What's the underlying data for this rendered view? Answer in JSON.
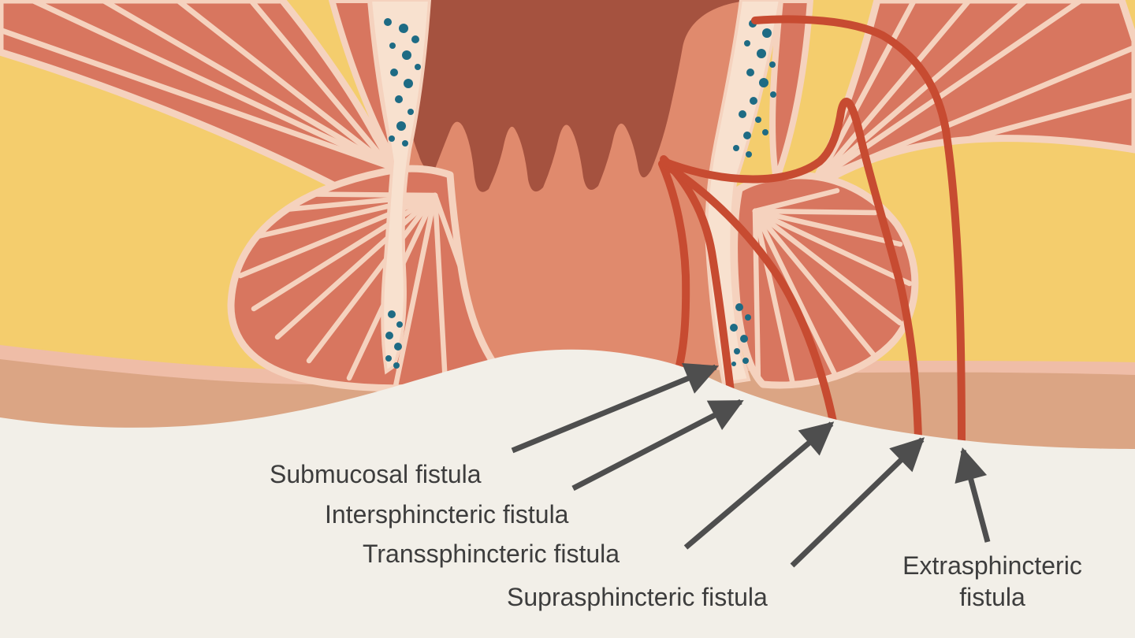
{
  "illustration": {
    "subject": "anal fistula types cross-section diagram"
  },
  "annotations": [
    {
      "id": "submucosal",
      "lines": [
        "Submucosal fistula"
      ]
    },
    {
      "id": "intersphincteric",
      "lines": [
        "Intersphincteric fistula"
      ]
    },
    {
      "id": "transsphincteric",
      "lines": [
        "Transsphincteric fistula"
      ]
    },
    {
      "id": "suprasphincteric",
      "lines": [
        "Suprasphincteric fistula"
      ]
    },
    {
      "id": "extrasphincteric",
      "lines": [
        "Extrasphincteric",
        "fistula"
      ]
    }
  ],
  "colors": {
    "fat": "#f4cd6d",
    "muscle": "#d8765f",
    "outline": "#f5d2be",
    "canal": "#e08a6d",
    "rectum": "#a5523f",
    "strip": "#f8e1cf",
    "gland": "#1e6b84",
    "tract": "#c74b31",
    "epidermis": "#efbda7",
    "dermis": "#dba584",
    "paper": "#f2efe8",
    "arrow": "#4e4e4e",
    "text": "#3d3d3d"
  }
}
